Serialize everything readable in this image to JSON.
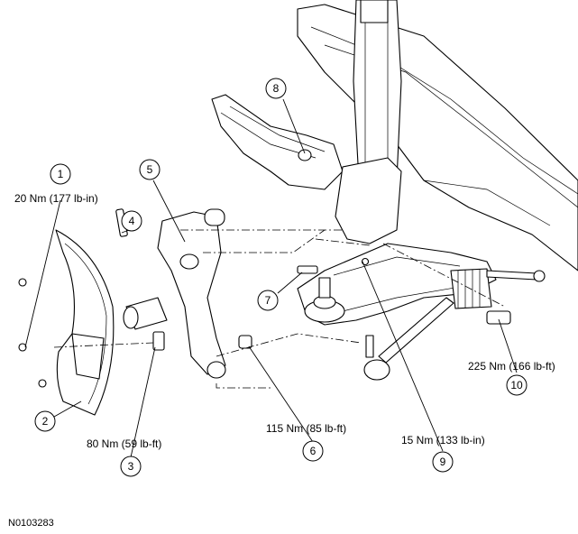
{
  "figure_id": "N0103283",
  "callouts": [
    {
      "number": "1",
      "torque": "20 Nm (177 lb-in)"
    },
    {
      "number": "2",
      "torque": ""
    },
    {
      "number": "3",
      "torque": "80 Nm (59 lb-ft)"
    },
    {
      "number": "4",
      "torque": ""
    },
    {
      "number": "5",
      "torque": ""
    },
    {
      "number": "6",
      "torque": "115 Nm (85 lb-ft)"
    },
    {
      "number": "7",
      "torque": ""
    },
    {
      "number": "8",
      "torque": ""
    },
    {
      "number": "9",
      "torque": "15 Nm (133 lb-in)"
    },
    {
      "number": "10",
      "torque": "225 Nm (166 lb-ft)"
    }
  ]
}
